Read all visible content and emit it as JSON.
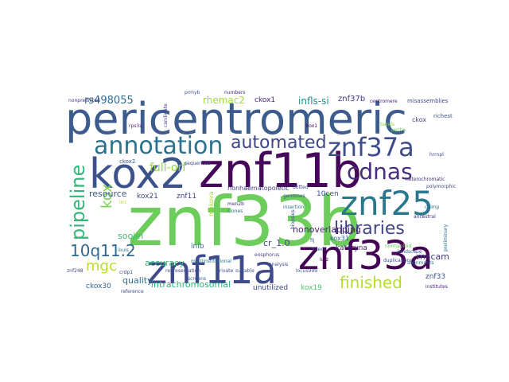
{
  "words": [
    {
      "text": "pericentromeric",
      "color": "#3b5c8c"
    },
    {
      "text": "znf33b",
      "color": "#6ccd5a"
    },
    {
      "text": "znf11b",
      "color": "#46075a"
    },
    {
      "text": "kox2",
      "color": "#3b528b"
    },
    {
      "text": "znf11a",
      "color": "#3e4a89"
    },
    {
      "text": "znf33a",
      "color": "#440154"
    },
    {
      "text": "znf25",
      "color": "#2a788e"
    },
    {
      "text": "znf37a",
      "color": "#3e4c8a"
    },
    {
      "text": "annotation",
      "color": "#2c728e"
    },
    {
      "text": "cdnas",
      "color": "#472d7b"
    },
    {
      "text": "automated",
      "color": "#3f4788"
    },
    {
      "text": "libraries",
      "color": "#414487"
    },
    {
      "text": "pipeline",
      "color": "#35b779"
    },
    {
      "text": "kox",
      "color": "#7ad151"
    },
    {
      "text": "10q11.2",
      "color": "#31688e"
    },
    {
      "text": "mgc",
      "color": "#b8de29"
    },
    {
      "text": "finished",
      "color": "#b5de2b"
    },
    {
      "text": "full-orf",
      "color": "#90d743"
    },
    {
      "text": "rs498055",
      "color": "#31688e"
    },
    {
      "text": "rhemac2",
      "color": "#a0da39"
    },
    {
      "text": "ckox1",
      "color": "#482878"
    },
    {
      "text": "infls-si",
      "color": "#21918c"
    },
    {
      "text": "znf37b",
      "color": "#443983"
    },
    {
      "text": "resource",
      "color": "#38588c"
    },
    {
      "text": "soojin",
      "color": "#3dbc74"
    },
    {
      "text": "accuracy",
      "color": "#3aba76"
    },
    {
      "text": "quality",
      "color": "#2e6f8e"
    },
    {
      "text": "intrachromosomal",
      "color": "#2fb47c"
    },
    {
      "text": "nonoverlapping",
      "color": "#482374"
    },
    {
      "text": "kateryna",
      "color": "#482173"
    },
    {
      "text": "nonhaematopoietic",
      "color": "#443a83"
    },
    {
      "text": "10cen",
      "color": "#3a538b"
    },
    {
      "text": "macam",
      "color": "#453581"
    },
    {
      "text": "inib",
      "color": "#2d708e"
    },
    {
      "text": "makova",
      "color": "#a5db36"
    },
    {
      "text": "cr_1.0",
      "color": "#3e4989"
    },
    {
      "text": "unutilized",
      "color": "#3f4889"
    },
    {
      "text": "kox19",
      "color": "#4ac16d"
    },
    {
      "text": "ckox30",
      "color": "#31688e"
    },
    {
      "text": "znf33",
      "color": "#3b528b"
    },
    {
      "text": "kox31",
      "color": "#33638d"
    },
    {
      "text": "kox21",
      "color": "#3e4a89"
    },
    {
      "text": "ckox2",
      "color": "#39568c"
    },
    {
      "text": "znf11",
      "color": "#414487"
    },
    {
      "text": "ckox",
      "color": "#3e4a89"
    },
    {
      "text": "richest",
      "color": "#3b528b"
    },
    {
      "text": "centromere",
      "color": "#482475"
    },
    {
      "text": "misassemblies",
      "color": "#3f4788"
    },
    {
      "text": "nonpredicted",
      "color": "#443b84"
    },
    {
      "text": "multiinstitutional",
      "color": "#2a788e"
    },
    {
      "text": "representation",
      "color": "#3e4989"
    },
    {
      "text": "men2b",
      "color": "#482878"
    },
    {
      "text": "clones",
      "color": "#2c728e"
    },
    {
      "text": "heterochromatic",
      "color": "#472c7a"
    },
    {
      "text": "sequenced",
      "color": "#3f4788"
    },
    {
      "text": "kox1",
      "color": "#440154"
    },
    {
      "text": "biopsies",
      "color": "#3b528b"
    },
    {
      "text": "institutes",
      "color": "#482576"
    },
    {
      "text": "alignments",
      "color": "#2c728e"
    },
    {
      "text": "nonhaploid",
      "color": "#5ec962"
    },
    {
      "text": "rps3a",
      "color": "#482878"
    },
    {
      "text": "candidate",
      "color": "#443983"
    },
    {
      "text": "dotted",
      "color": "#3e4989"
    },
    {
      "text": "genomes",
      "color": "#3b528b"
    },
    {
      "text": "lutz",
      "color": "#440154"
    },
    {
      "text": "hrrnpl",
      "color": "#3e4a89"
    },
    {
      "text": "bands",
      "color": "#8fd744"
    },
    {
      "text": "fij",
      "color": "#3b528b"
    },
    {
      "text": "louis",
      "color": "#2c728e"
    },
    {
      "text": "prmyb",
      "color": "#3b528b"
    },
    {
      "text": "numbers",
      "color": "#482878"
    },
    {
      "text": "pectin",
      "color": "#6ccd5a"
    },
    {
      "text": "5'-ect",
      "color": "#3b528b"
    },
    {
      "text": "lrrc",
      "color": "#b8de29"
    },
    {
      "text": "eosphorus",
      "color": "#414487"
    },
    {
      "text": "znf248",
      "color": "#3e4a89"
    },
    {
      "text": "locus999",
      "color": "#3b528b"
    },
    {
      "text": "reference",
      "color": "#3e4a89"
    },
    {
      "text": "chimp",
      "color": "#2c728e"
    },
    {
      "text": "ancestral",
      "color": "#482878"
    },
    {
      "text": "duplications",
      "color": "#3e4a89"
    },
    {
      "text": "landscape",
      "color": "#3b528b"
    },
    {
      "text": "preliminary",
      "color": "#2c728e"
    },
    {
      "text": "polymorphic",
      "color": "#3e4a89"
    },
    {
      "text": "suitable",
      "color": "#3b528b"
    },
    {
      "text": "private",
      "color": "#3e4a89"
    },
    {
      "text": "screens",
      "color": "#3b528b"
    },
    {
      "text": "analysis",
      "color": "#3e4a89"
    },
    {
      "text": "crdp1",
      "color": "#3e4a89"
    },
    {
      "text": "insertion",
      "color": "#2c728e"
    }
  ]
}
